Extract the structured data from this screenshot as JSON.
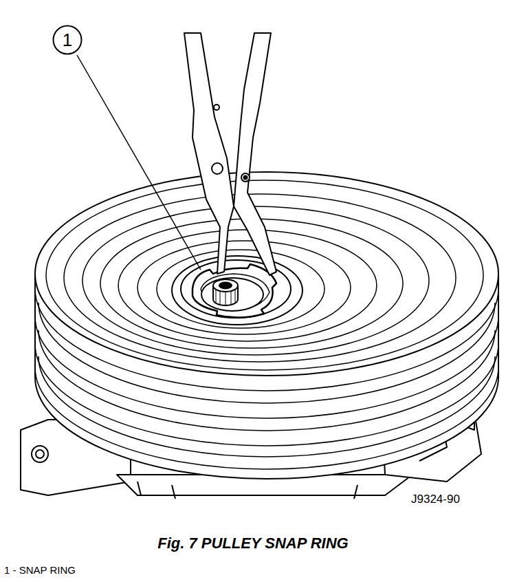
{
  "diagram": {
    "caption": "Fig. 7 PULLEY SNAP RING",
    "nodes": [
      {
        "text": [
          "1"
        ]
      }
    ],
    "labels": [
      "J9324-90",
      "1 - SNAP RING"
    ]
  }
}
